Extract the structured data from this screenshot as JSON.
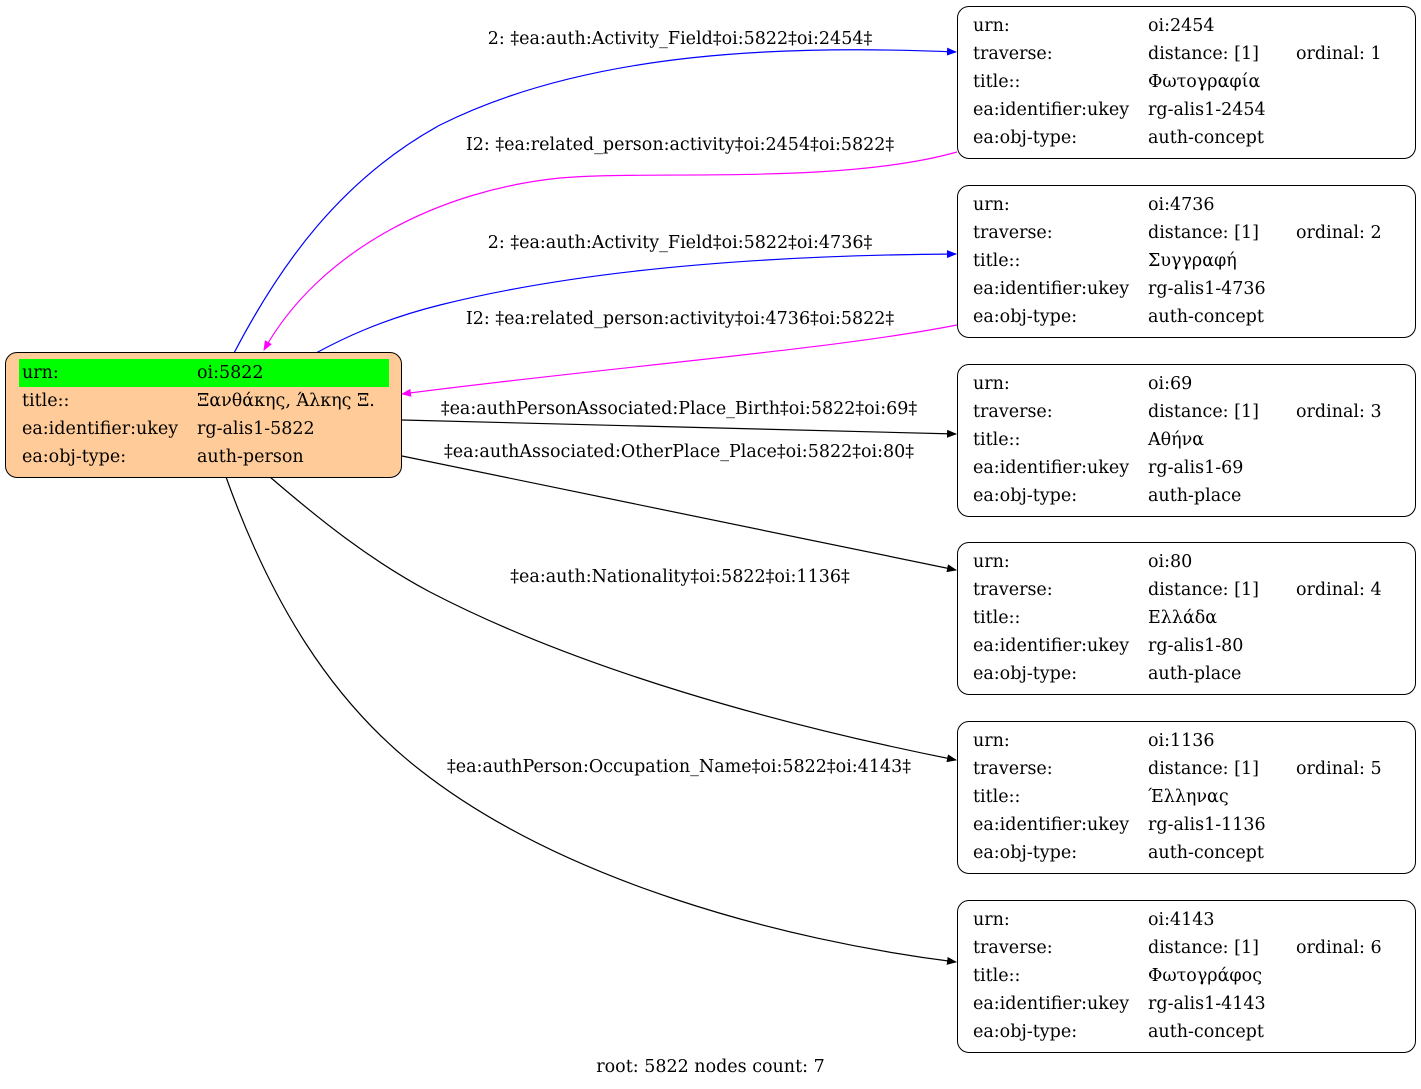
{
  "root": {
    "rows": [
      {
        "key": "urn:",
        "value": "oi:5822"
      },
      {
        "key": "title::",
        "value": "Ξανθάκης, Άλκης Ξ."
      },
      {
        "key": "ea:identifier:ukey",
        "value": "rg-alis1-5822"
      },
      {
        "key": "ea:obj-type:",
        "value": "auth-person"
      }
    ],
    "fill": "#ffcc99",
    "highlight": "#00ff00"
  },
  "nodes": [
    {
      "urn": "oi:2454",
      "distance": "distance: [1]",
      "ordinal": "ordinal: 1",
      "title": "Φωτογραφία",
      "ukey": "rg-alis1-2454",
      "objtype": "auth-concept"
    },
    {
      "urn": "oi:4736",
      "distance": "distance: [1]",
      "ordinal": "ordinal: 2",
      "title": "Συγγραφή",
      "ukey": "rg-alis1-4736",
      "objtype": "auth-concept"
    },
    {
      "urn": "oi:69",
      "distance": "distance: [1]",
      "ordinal": "ordinal: 3",
      "title": "Αθήνα",
      "ukey": "rg-alis1-69",
      "objtype": "auth-place"
    },
    {
      "urn": "oi:80",
      "distance": "distance: [1]",
      "ordinal": "ordinal: 4",
      "title": "Ελλάδα",
      "ukey": "rg-alis1-80",
      "objtype": "auth-place"
    },
    {
      "urn": "oi:1136",
      "distance": "distance: [1]",
      "ordinal": "ordinal: 5",
      "title": "Έλληνας",
      "ukey": "rg-alis1-1136",
      "objtype": "auth-concept"
    },
    {
      "urn": "oi:4143",
      "distance": "distance: [1]",
      "ordinal": "ordinal: 6",
      "title": "Φωτογράφος",
      "ukey": "rg-alis1-4143",
      "objtype": "auth-concept"
    }
  ],
  "keys": {
    "urn": "urn:",
    "traverse": "traverse:",
    "title": "title::",
    "ukey": "ea:identifier:ukey",
    "objtype": "ea:obj-type:"
  },
  "edges": [
    {
      "label": "2: ‡ea:auth:Activity_Field‡oi:5822‡oi:2454‡",
      "color": "#0000ff"
    },
    {
      "label": "I2: ‡ea:related_person:activity‡oi:2454‡oi:5822‡",
      "color": "#ff00ff"
    },
    {
      "label": "2: ‡ea:auth:Activity_Field‡oi:5822‡oi:4736‡",
      "color": "#0000ff"
    },
    {
      "label": "I2: ‡ea:related_person:activity‡oi:4736‡oi:5822‡",
      "color": "#ff00ff"
    },
    {
      "label": "‡ea:authPersonAssociated:Place_Birth‡oi:5822‡oi:69‡",
      "color": "#000000"
    },
    {
      "label": "‡ea:authAssociated:OtherPlace_Place‡oi:5822‡oi:80‡",
      "color": "#000000"
    },
    {
      "label": "‡ea:auth:Nationality‡oi:5822‡oi:1136‡",
      "color": "#000000"
    },
    {
      "label": "‡ea:authPerson:Occupation_Name‡oi:5822‡oi:4143‡",
      "color": "#000000"
    }
  ],
  "footer": "root: 5822 nodes count: 7"
}
